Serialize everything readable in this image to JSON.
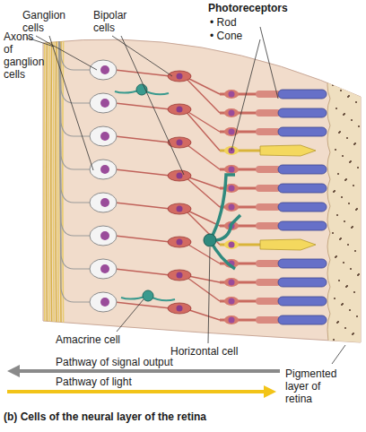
{
  "diagram": {
    "caption": "(b) Cells of the neural layer of the retina",
    "labels": [
      "Ganglion cells",
      "Bipolar cells",
      "Photoreceptors",
      "• Rod",
      "• Cone",
      "Axons of ganglion cells",
      "Amacrine cell",
      "Horizontal cell",
      "Pathway of signal output",
      "Pathway of light",
      "Pigmented layer of retina"
    ]
  }
}
